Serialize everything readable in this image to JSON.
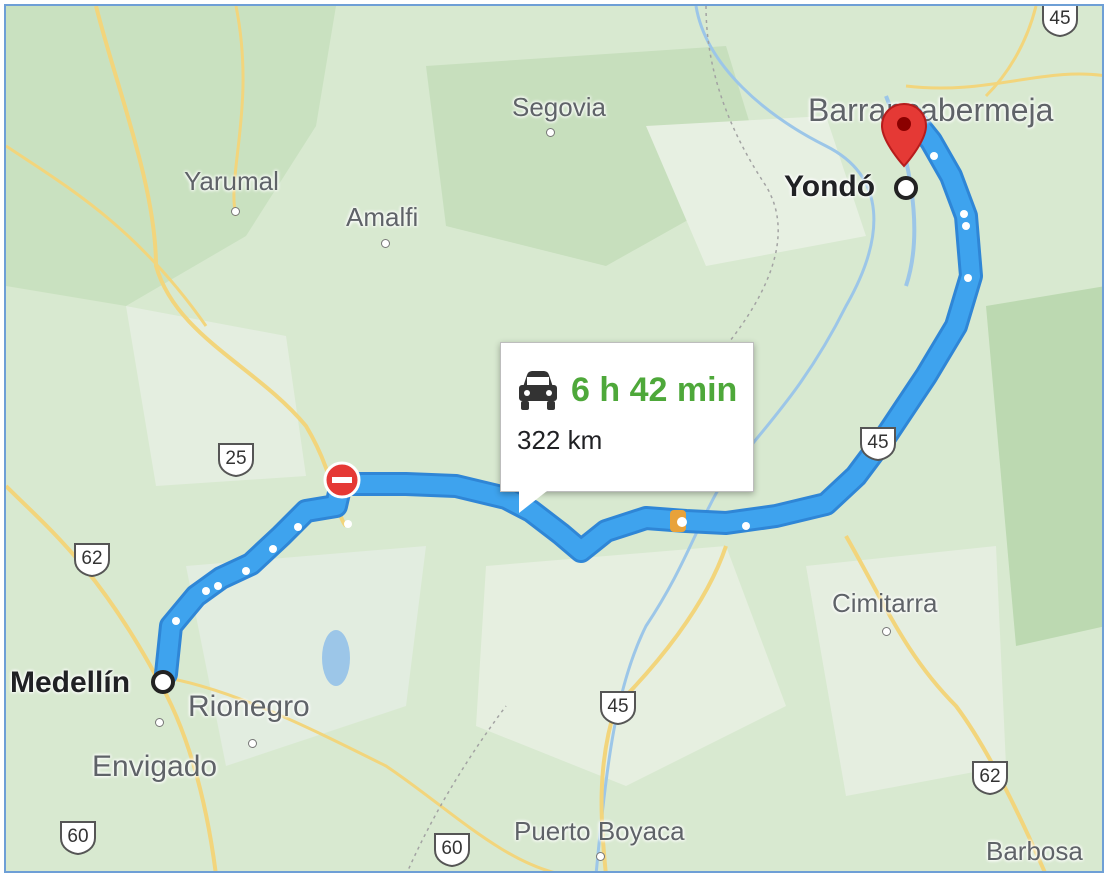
{
  "map": {
    "route": {
      "duration": "6 h 42 min",
      "distance": "322 km",
      "color": "#3e9ee6",
      "duration_color": "#4ea83a"
    },
    "origin": {
      "name": "Medellín"
    },
    "destination": {
      "name": "Yondó"
    },
    "places": {
      "segovia": "Segovia",
      "yarumal": "Yarumal",
      "amalfi": "Amalfi",
      "barrancabermeja": "Barrancabermeja",
      "rionegro": "Rionegro",
      "envigado": "Envigado",
      "cimitarra": "Cimitarra",
      "puerto_boyaca": "Puerto Boyaca",
      "barbosa": "Barbosa"
    },
    "road_shields": {
      "r25": "25",
      "r62_west": "62",
      "r60_west": "60",
      "r60_mid": "60",
      "r45_mid": "45",
      "r45_route": "45",
      "r45_top": "45",
      "r62_east": "62"
    },
    "icons": {
      "pin": "map-pin-icon",
      "car": "car-icon",
      "no_entry": "no-entry-icon"
    }
  }
}
